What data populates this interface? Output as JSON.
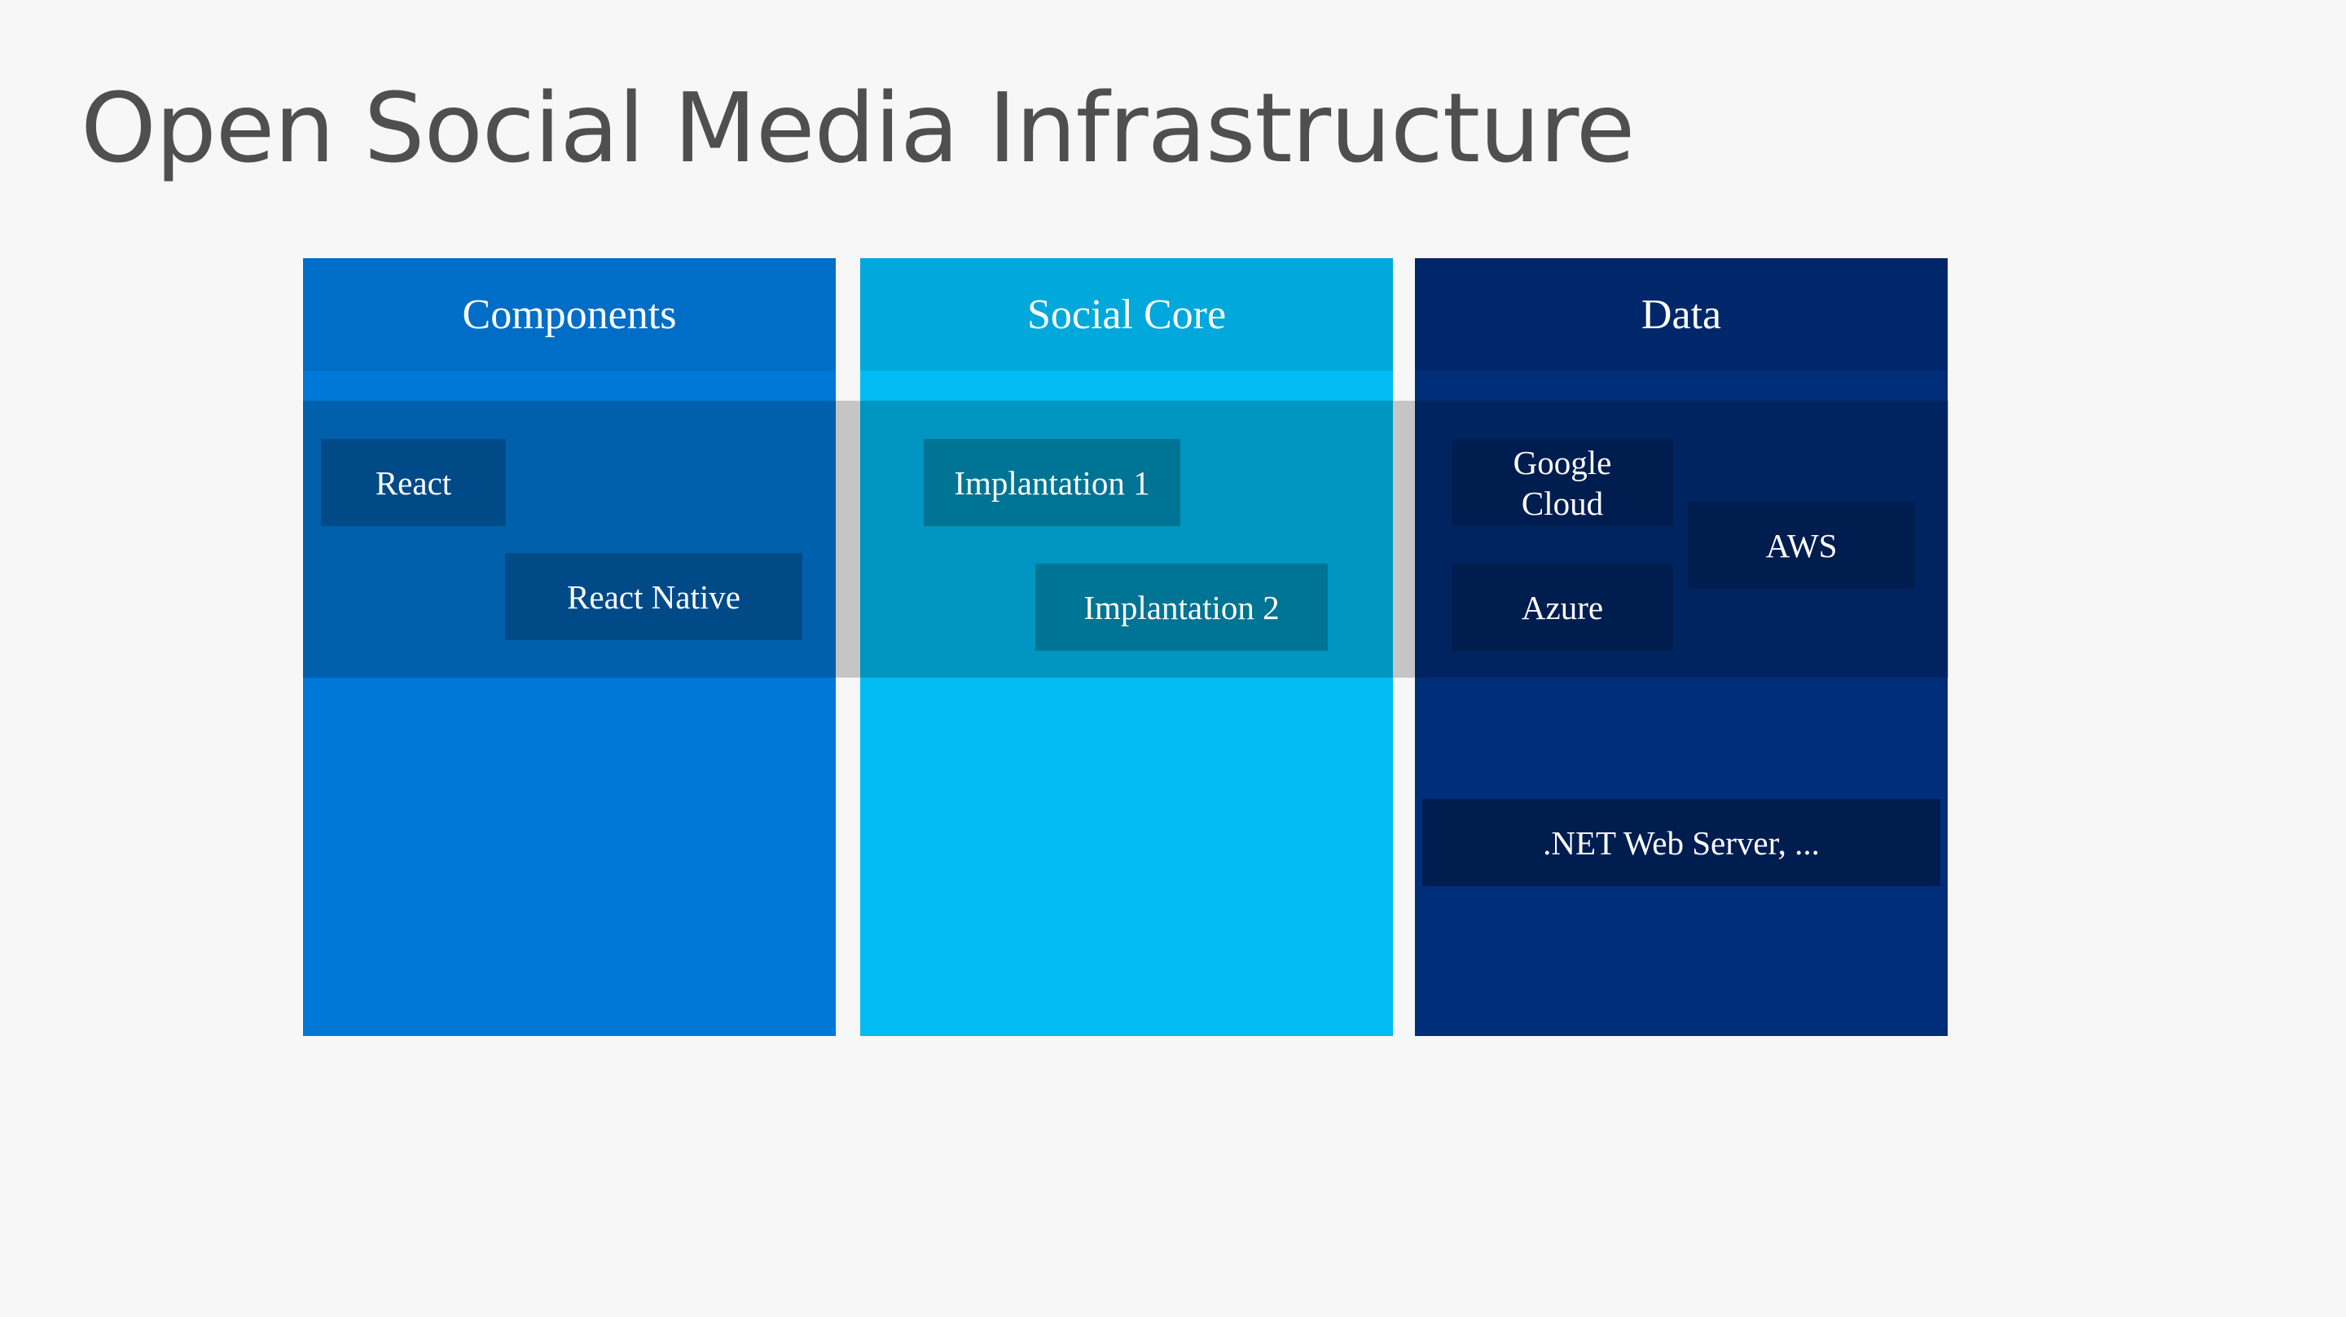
{
  "title": "Open Social Media Infrastructure",
  "columns": {
    "components": {
      "header": "Components",
      "color": "#0078d7",
      "items": [
        "React",
        "React Native"
      ]
    },
    "social_core": {
      "header": "Social Core",
      "color": "#00bcf2",
      "items": [
        "Implantation 1",
        "Implantation 2"
      ]
    },
    "data": {
      "header": "Data",
      "color": "#002e79",
      "items": [
        "Google Cloud",
        "AWS",
        "Azure",
        ".NET Web Server, ..."
      ]
    }
  }
}
